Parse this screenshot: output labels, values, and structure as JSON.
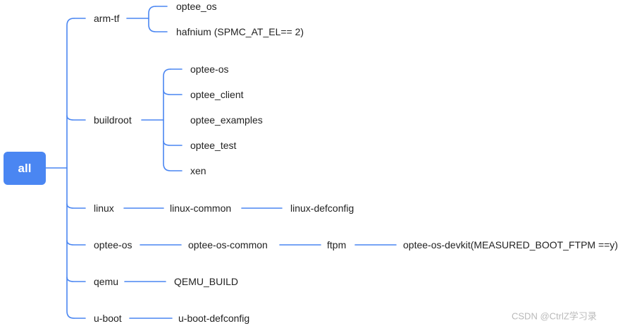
{
  "root": {
    "label": "all"
  },
  "children": [
    {
      "label": "arm-tf",
      "children": [
        {
          "label": "optee_os"
        },
        {
          "label": "hafnium (SPMC_AT_EL== 2)"
        }
      ]
    },
    {
      "label": "buildroot",
      "children": [
        {
          "label": "optee-os"
        },
        {
          "label": "optee_client"
        },
        {
          "label": "optee_examples"
        },
        {
          "label": "optee_test"
        },
        {
          "label": "xen"
        }
      ]
    },
    {
      "label": "linux",
      "chain": [
        "linux-common",
        "linux-defconfig"
      ]
    },
    {
      "label": "optee-os",
      "chain": [
        "optee-os-common",
        "ftpm",
        "optee-os-devkit(MEASURED_BOOT_FTPM ==y)"
      ]
    },
    {
      "label": "qemu",
      "chain": [
        "QEMU_BUILD"
      ]
    },
    {
      "label": "u-boot",
      "chain": [
        "u-boot-defconfig"
      ]
    }
  ],
  "watermark": "CSDN @CtrlZ学习录",
  "colors": {
    "line": "#4a86f2",
    "root": "#4a86f2"
  }
}
